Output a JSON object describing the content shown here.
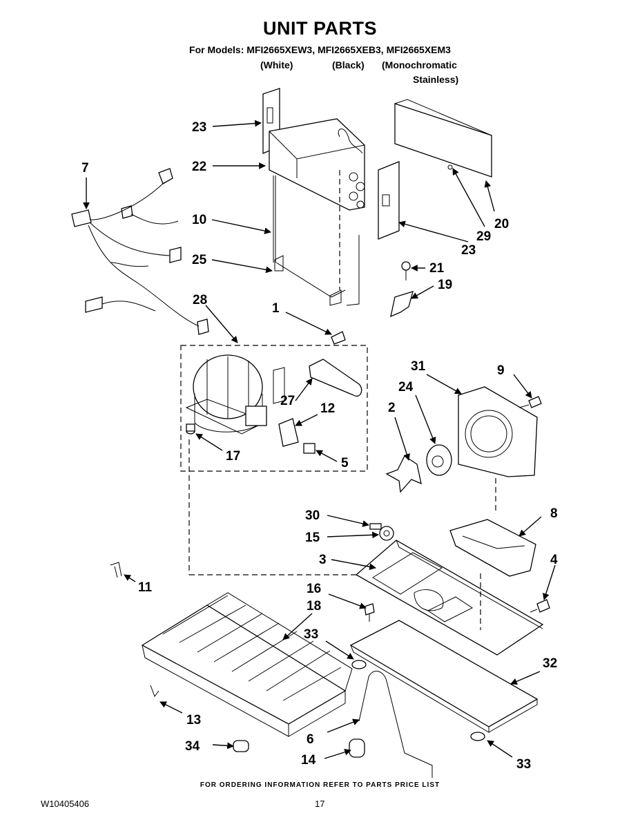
{
  "header": {
    "title": "UNIT PARTS",
    "models_line": "For Models: MFI2665XEW3, MFI2665XEB3, MFI2665XEM3",
    "variants": {
      "white": "(White)",
      "black": "(Black)",
      "mono_line1": "(Monochromatic",
      "mono_line2": "Stainless)"
    }
  },
  "callouts": {
    "c1": "1",
    "c2": "2",
    "c3": "3",
    "c4": "4",
    "c5": "5",
    "c6": "6",
    "c7": "7",
    "c8": "8",
    "c9": "9",
    "c10": "10",
    "c11": "11",
    "c12": "12",
    "c13": "13",
    "c14": "14",
    "c15": "15",
    "c16": "16",
    "c17": "17",
    "c18": "18",
    "c19": "19",
    "c20": "20",
    "c21": "21",
    "c22": "22",
    "c23": "23",
    "c24": "24",
    "c25": "25",
    "c27": "27",
    "c28": "28",
    "c29": "29",
    "c30": "30",
    "c31": "31",
    "c32": "32",
    "c33": "33",
    "c34": "34"
  },
  "footer": {
    "ordering_note": "FOR ORDERING INFORMATION REFER TO PARTS PRICE LIST",
    "document_number": "W10405406",
    "page_number": "17"
  }
}
